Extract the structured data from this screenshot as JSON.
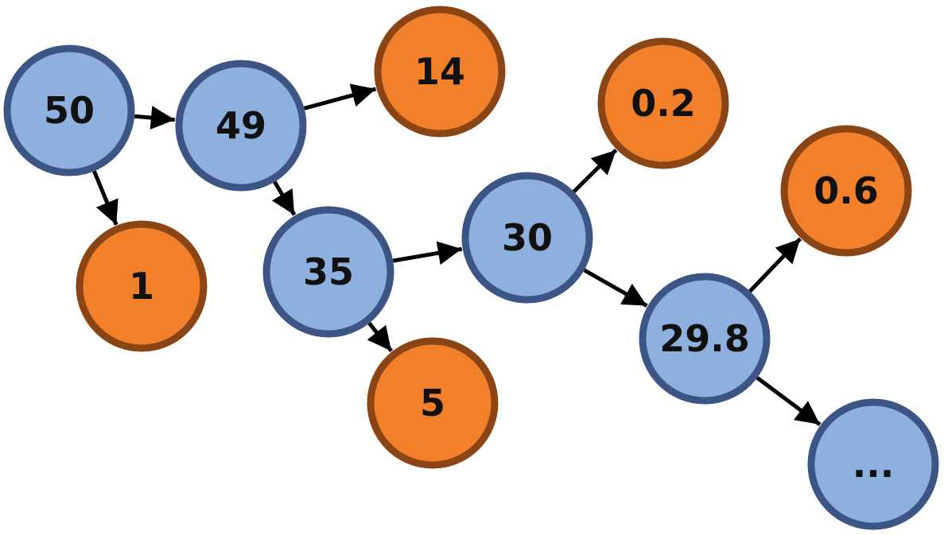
{
  "colors": {
    "blue_fill": "#8eb0df",
    "blue_stroke": "#3c5584",
    "orange_fill": "#f27f2a",
    "orange_stroke": "#8b4414",
    "edge": "#000000",
    "text": "#111111"
  },
  "nodes": [
    {
      "id": "n50",
      "label": "50",
      "kind": "blue"
    },
    {
      "id": "n49",
      "label": "49",
      "kind": "blue"
    },
    {
      "id": "n14",
      "label": "14",
      "kind": "orange"
    },
    {
      "id": "n1",
      "label": "1",
      "kind": "orange"
    },
    {
      "id": "n35",
      "label": "35",
      "kind": "blue"
    },
    {
      "id": "n5",
      "label": "5",
      "kind": "orange"
    },
    {
      "id": "n30",
      "label": "30",
      "kind": "blue"
    },
    {
      "id": "n02",
      "label": "0.2",
      "kind": "orange"
    },
    {
      "id": "n298",
      "label": "29.8",
      "kind": "blue"
    },
    {
      "id": "n06",
      "label": "0.6",
      "kind": "orange"
    },
    {
      "id": "nmore",
      "label": "...",
      "kind": "blue"
    }
  ],
  "edges": [
    {
      "from": "n50",
      "to": "n49"
    },
    {
      "from": "n50",
      "to": "n1"
    },
    {
      "from": "n49",
      "to": "n14"
    },
    {
      "from": "n49",
      "to": "n35"
    },
    {
      "from": "n35",
      "to": "n30"
    },
    {
      "from": "n35",
      "to": "n5"
    },
    {
      "from": "n30",
      "to": "n02"
    },
    {
      "from": "n30",
      "to": "n298"
    },
    {
      "from": "n298",
      "to": "n06"
    },
    {
      "from": "n298",
      "to": "nmore"
    }
  ]
}
